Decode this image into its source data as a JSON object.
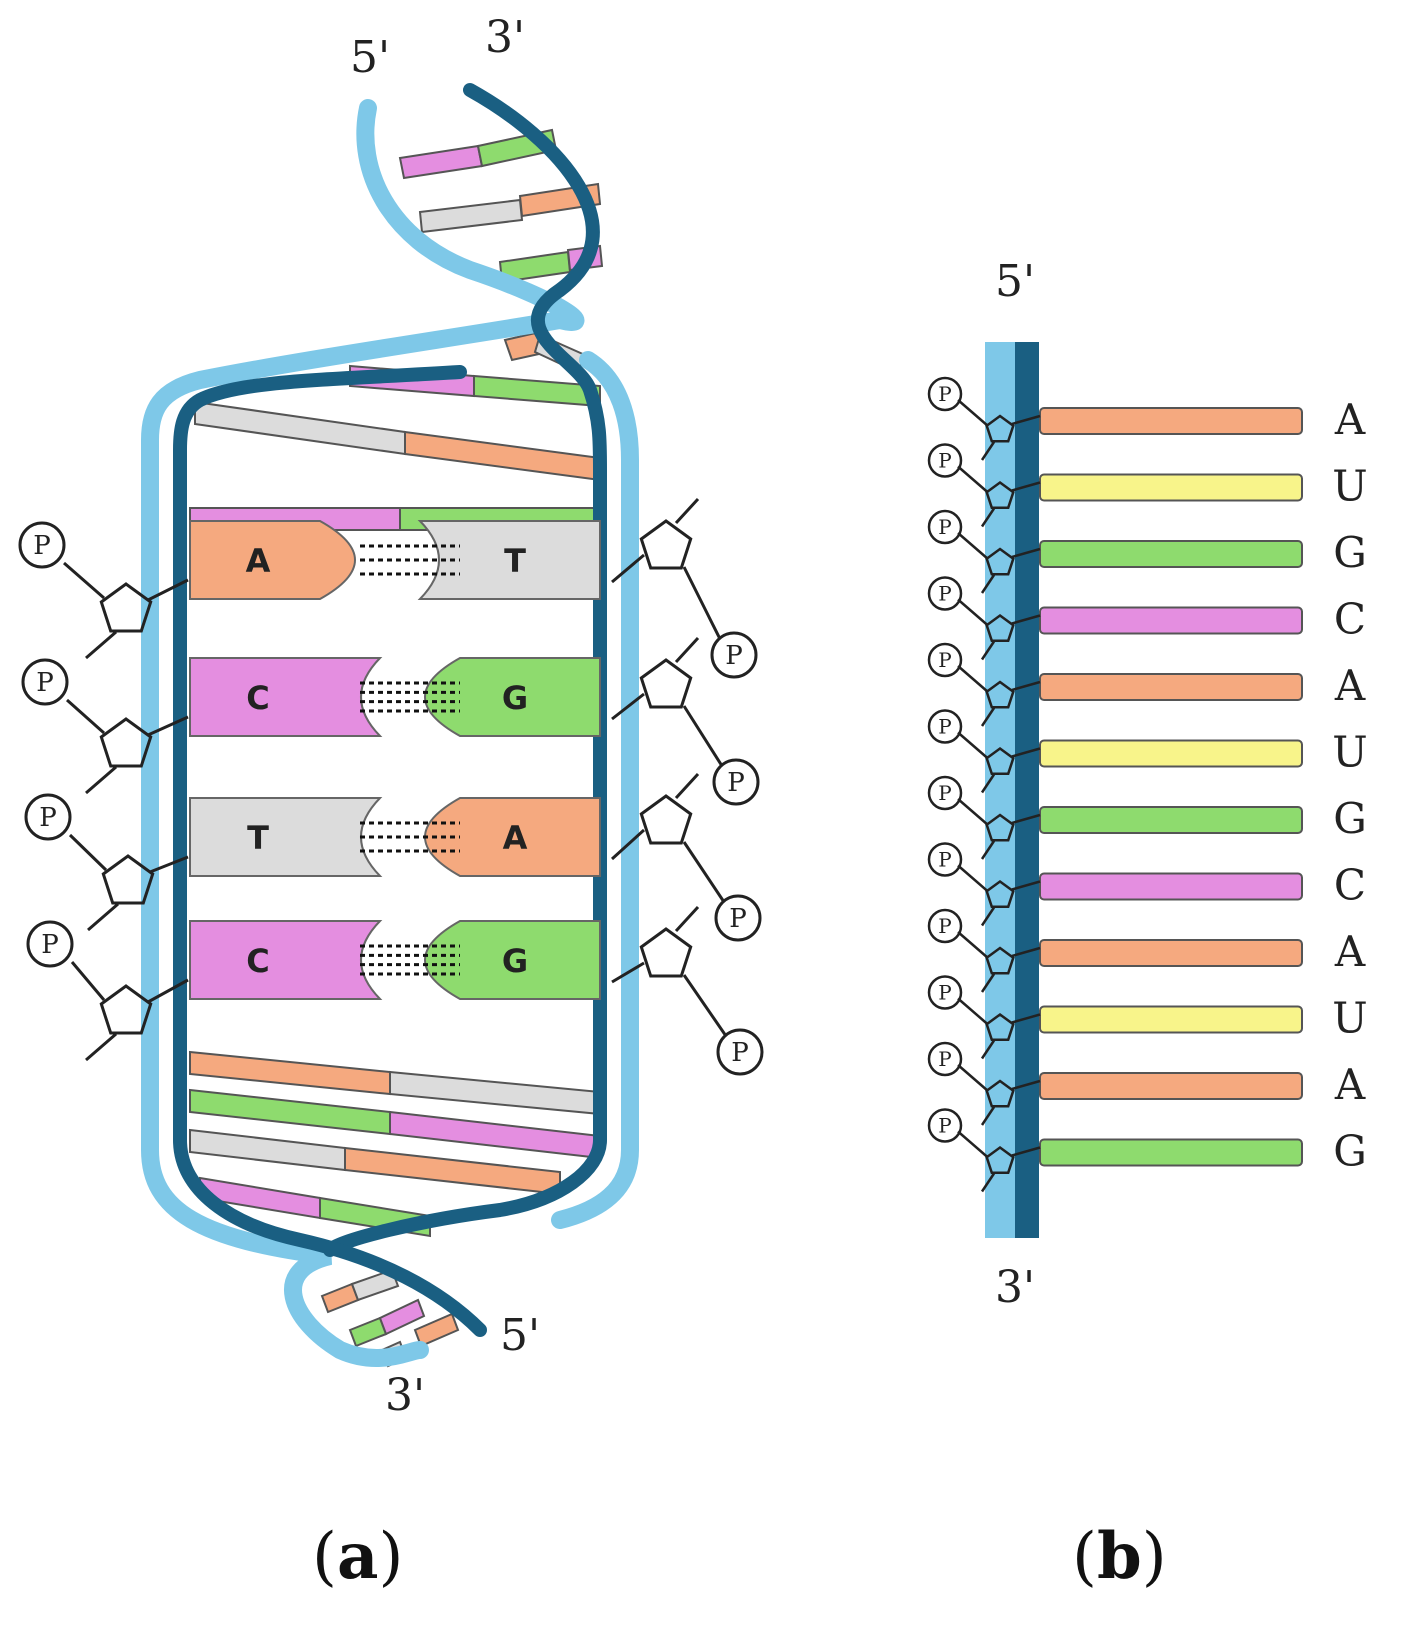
{
  "colors": {
    "strand_light": "#7ec8e8",
    "strand_dark": "#1a5f82",
    "A": "#f5a97f",
    "T": "#dcdcdc",
    "C": "#e48ee0",
    "G": "#8edb6e",
    "U": "#f8f48a",
    "outline": "#555555"
  },
  "panel_a": {
    "label": "a",
    "top_left_end": "5'",
    "top_right_end": "3'",
    "bottom_right_end": "5'",
    "bottom_left_end": "3'",
    "phosphate": "P",
    "pairs": [
      {
        "left": "A",
        "right": "T"
      },
      {
        "left": "C",
        "right": "G"
      },
      {
        "left": "T",
        "right": "A"
      },
      {
        "left": "C",
        "right": "G"
      }
    ]
  },
  "panel_b": {
    "label": "b",
    "top_end": "5'",
    "bottom_end": "3'",
    "phosphate": "P",
    "sequence": [
      "A",
      "U",
      "G",
      "C",
      "A",
      "U",
      "G",
      "C",
      "A",
      "U",
      "A",
      "G"
    ]
  }
}
